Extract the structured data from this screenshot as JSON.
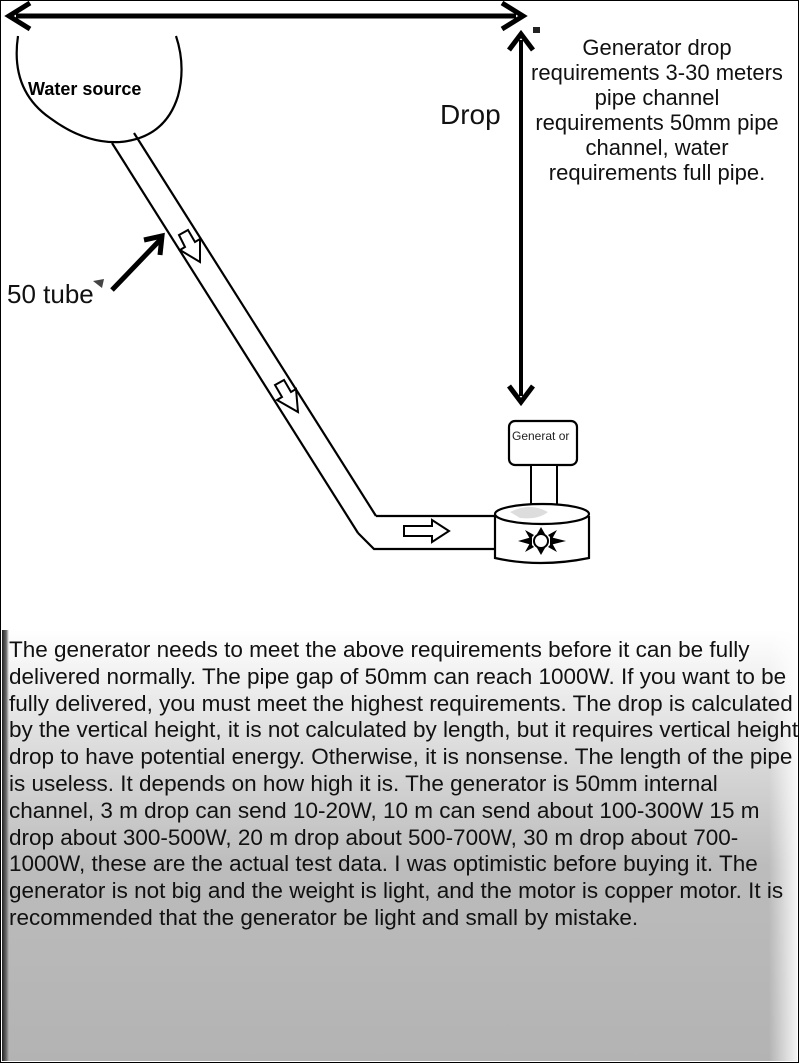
{
  "diagram": {
    "water_source_label": "Water source",
    "drop_label": "Drop",
    "tube_label": "50 tube",
    "requirements": "Generator drop requirements 3-30 meters pipe channel requirements 50mm pipe channel, water requirements full pipe.",
    "generator_label": "Generat or"
  },
  "description": "The generator needs to meet the above requirements before it can be fully delivered normally. The pipe gap of 50mm can reach 1000W. If you want to be fully delivered, you must meet the highest requirements. The drop is calculated by the vertical height, it is not calculated by length, but it requires vertical height drop to have potential energy. Otherwise, it is nonsense. The length of the pipe is useless. It depends on how high it is. The generator is 50mm internal channel, 3 m drop can send 10-20W, 10 m can send about 100-300W 15 m drop about 300-500W, 20 m drop about 500-700W, 30 m drop about 700-1000W, these are the actual test data. I was optimistic before buying it. The generator is not big and the weight is light, and the motor is copper motor. It is recommended that the generator be light and small by mistake.",
  "colors": {
    "line": "#000000",
    "panel_top": "#ffffff",
    "panel_bottom": "#b3b3b3"
  }
}
